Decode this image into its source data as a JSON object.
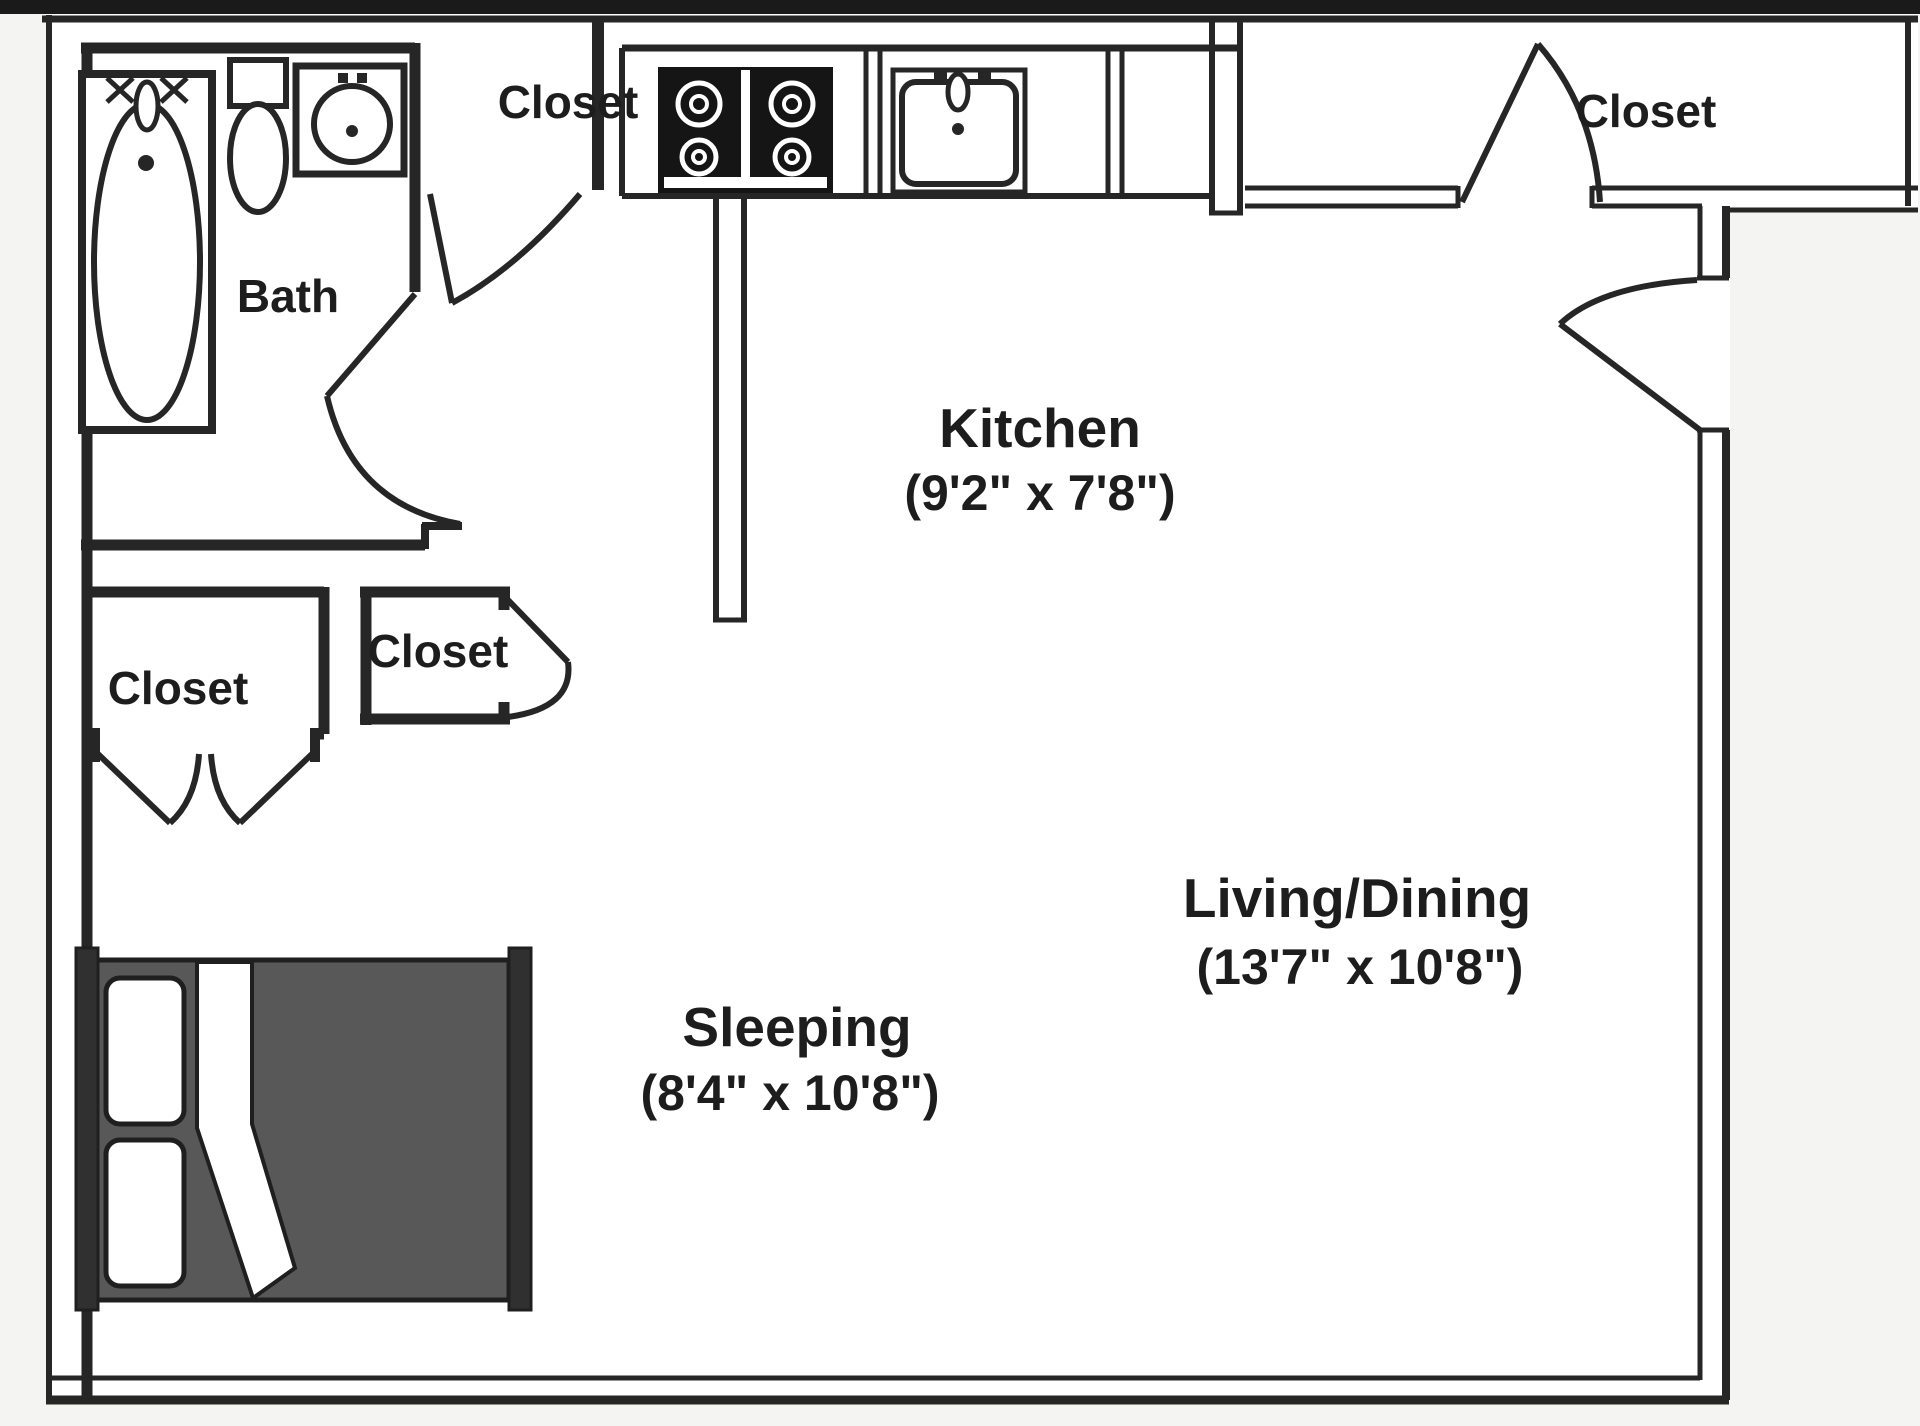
{
  "colors": {
    "background": "#f4f4f2",
    "interior": "#ffffff",
    "wall": "#262626",
    "text": "#1d1d1d",
    "top_bar": "#1a1a1a",
    "bed_fill": "#585858",
    "bed_frame": "#303030"
  },
  "rooms": {
    "bath": {
      "label": "Bath"
    },
    "closet_top_left": {
      "label": "Closet"
    },
    "closet_top_right": {
      "label": "Closet"
    },
    "kitchen": {
      "label": "Kitchen",
      "dimensions": "(9'2\" x 7'8\")"
    },
    "closet_left": {
      "label": "Closet"
    },
    "closet_middle": {
      "label": "Closet"
    },
    "sleeping": {
      "label": "Sleeping",
      "dimensions": "(8'4\" x 10'8\")"
    },
    "living_dining": {
      "label": "Living/Dining",
      "dimensions": "(13'7\" x 10'8\")"
    }
  },
  "fixtures": {
    "bathtub": "bathtub-icon",
    "toilet": "toilet-icon",
    "bath_sink": "sink-icon",
    "stove": "stove-icon",
    "kitchen_sink": "kitchen-sink-icon",
    "bed": "double-bed-icon"
  }
}
